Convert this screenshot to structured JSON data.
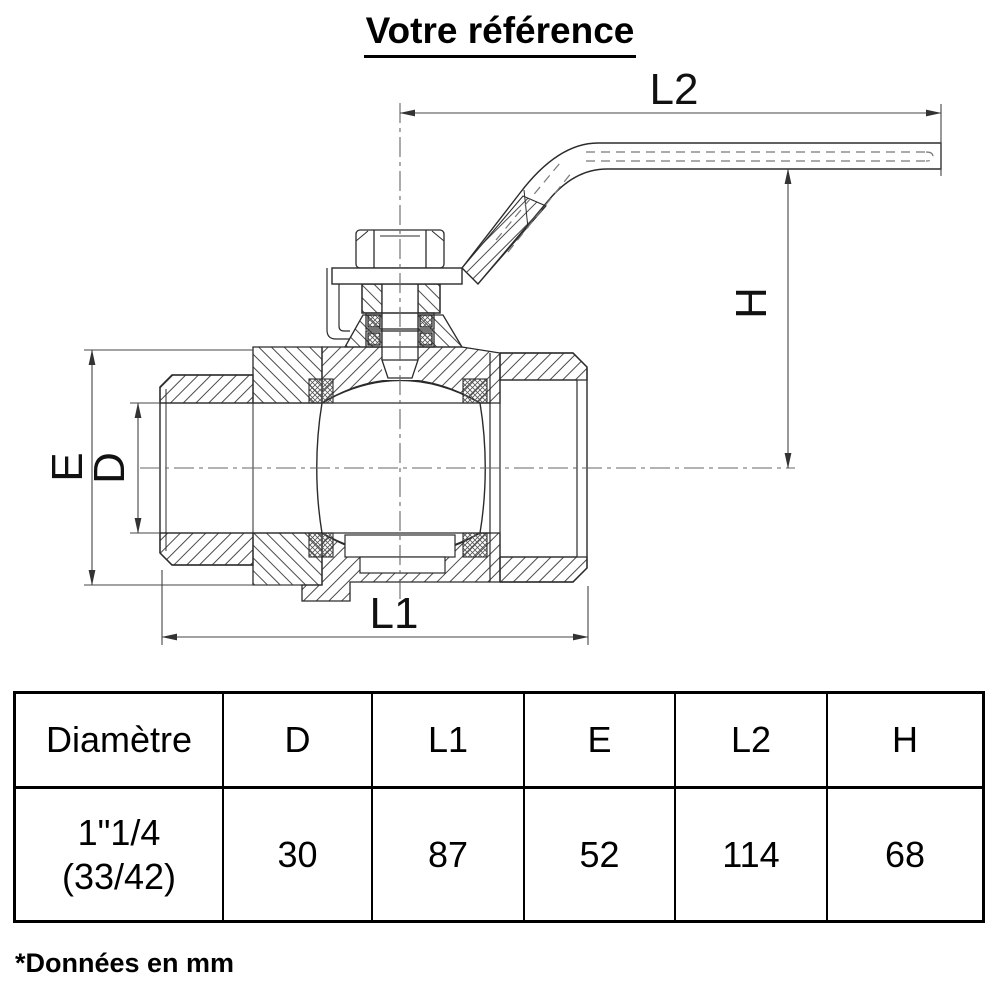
{
  "title": "Votre référence",
  "diagram": {
    "description": "ball-valve cross-section technical drawing",
    "dim_labels": {
      "l2": "L2",
      "h": "H",
      "e": "E",
      "d": "D",
      "l1": "L1"
    },
    "line_color": "#2b2b2b",
    "background": "#ffffff"
  },
  "table": {
    "headers": [
      "Diamètre",
      "D",
      "L1",
      "E",
      "L2",
      "H"
    ],
    "rows": [
      {
        "diameter_line1": "1\"1/4",
        "diameter_line2": "(33/42)",
        "d": "30",
        "l1": "87",
        "e": "52",
        "l2": "114",
        "h": "68"
      }
    ]
  },
  "footnote": "*Données en mm"
}
